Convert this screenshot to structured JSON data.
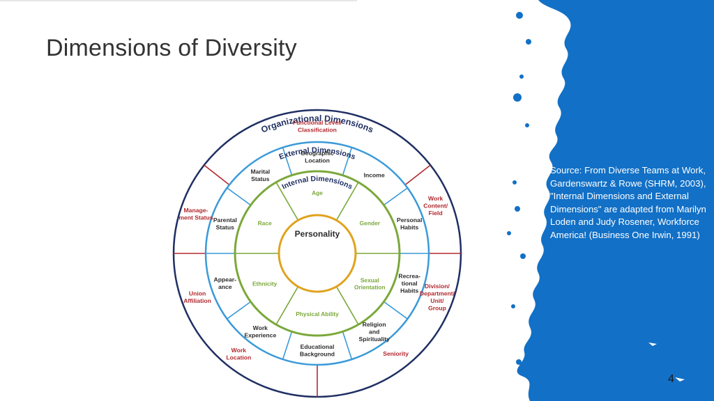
{
  "slide": {
    "title": "Dimensions of Diversity",
    "source": "Source: From Diverse Teams at Work, Gardenswartz & Rowe (SHRM, 2003), \"Internal Dimensions and External Dimensions\" are adapted from Marilyn Loden and Judy Rosener, Workforce America! (Business One Irwin, 1991)",
    "page_number": "4"
  },
  "colors": {
    "accent_blue": "#1270c6",
    "org_red": "#b2282d",
    "external_blue": "#3a9ad9",
    "internal_green": "#7aa83a",
    "personality_gold": "#e0a21c",
    "outer_navy": "#1f2f63",
    "text_dark": "#2b2b2b"
  },
  "diagram": {
    "organizational": {
      "heading": "Organizational Dimensions",
      "items": [
        [
          "Functional Level/",
          "Classification"
        ],
        [
          "Work",
          "Content/",
          "Field"
        ],
        [
          "Division/",
          "Department/",
          "Unit/",
          "Group"
        ],
        [
          "Seniority"
        ],
        [
          "Work",
          "Location"
        ],
        [
          "Union",
          "Affiliation"
        ],
        [
          "Manage-",
          "ment Status"
        ]
      ]
    },
    "external": {
      "heading": "External Dimensions",
      "items": [
        [
          "Geographic",
          "Location"
        ],
        [
          "Income"
        ],
        [
          "Personal",
          "Habits"
        ],
        [
          "Recrea-",
          "tional",
          "Habits"
        ],
        [
          "Religion",
          "and",
          "Spirituality"
        ],
        [
          "Educational",
          "Background"
        ],
        [
          "Work",
          "Experience"
        ],
        [
          "Appear-",
          "ance"
        ],
        [
          "Parental",
          "Status"
        ],
        [
          "Marital",
          "Status"
        ]
      ]
    },
    "internal": {
      "heading": "Internal Dimensions",
      "items": [
        [
          "Age"
        ],
        [
          "Gender"
        ],
        [
          "Sexual",
          "Orientation"
        ],
        [
          "Physical Ability"
        ],
        [
          "Ethnicity"
        ],
        [
          "Race"
        ]
      ]
    },
    "core": {
      "label": "Personality"
    }
  }
}
